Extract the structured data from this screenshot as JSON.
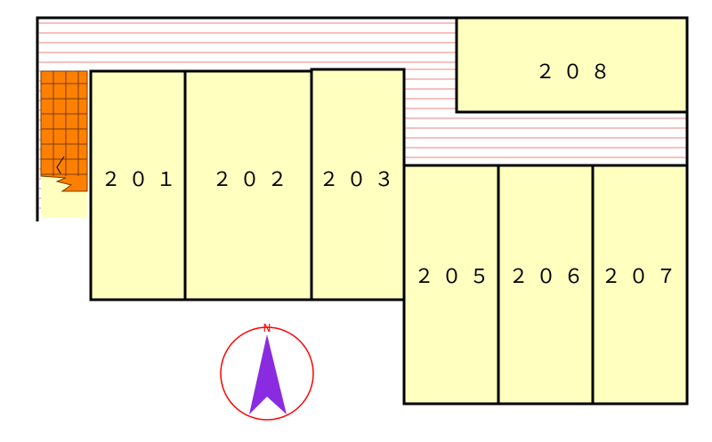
{
  "rooms": [
    {
      "id": "201",
      "label": "２０１"
    },
    {
      "id": "202",
      "label": "２０２"
    },
    {
      "id": "203",
      "label": "２０３"
    },
    {
      "id": "205",
      "label": "２０５"
    },
    {
      "id": "206",
      "label": "２０６"
    },
    {
      "id": "207",
      "label": "２０７"
    },
    {
      "id": "208",
      "label": "２０８"
    }
  ],
  "compass": {
    "north_label": "N"
  },
  "colors": {
    "room_fill": "#ffffc0",
    "corridor_stripe": "#f08080",
    "stair_fill": "#ff8000",
    "compass_ring": "#ff0000",
    "compass_arrow": "#8a2be2"
  }
}
